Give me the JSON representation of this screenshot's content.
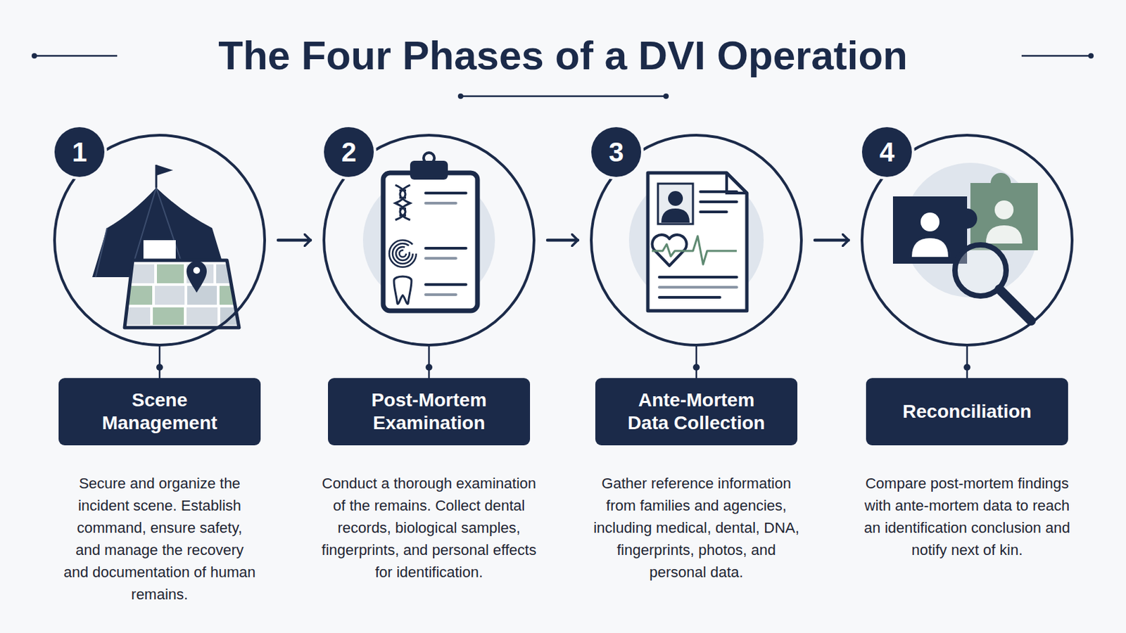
{
  "diagram": {
    "title": "The Four Phases of a DVI Operation",
    "nodes": [
      {
        "text": [
          "1"
        ]
      },
      {
        "text": [
          "Scene Management",
          "Secure and organize the incident scene. Establish command, ensure safety, and manage the recovery and documentation of human remains."
        ]
      },
      {
        "text": [
          "2"
        ]
      },
      {
        "text": [
          "Post-Mortem Examination",
          "Conduct a thorough examination of the remains. Collect dental records, biological samples, fingerprints, and personal effects for identification."
        ]
      },
      {
        "text": [
          "3"
        ]
      },
      {
        "text": [
          "Ante-Mortem Data Collection",
          "Gather reference information from families and agencies, including medical, dental, DNA, fingerprints, photos, and personal data."
        ]
      },
      {
        "text": [
          "4"
        ]
      },
      {
        "text": [
          "Reconciliation",
          "Compare post-mortem findings with ante-mortem data to reach an identification conclusion and notify next of kin."
        ]
      }
    ],
    "edges": [
      {
        "from": 0,
        "to": 2,
        "arrow": "to"
      },
      {
        "from": 2,
        "to": 4,
        "arrow": "to"
      },
      {
        "from": 4,
        "to": 6,
        "arrow": "to"
      },
      {
        "from": 0,
        "to": 1,
        "arrow": "none"
      },
      {
        "from": 2,
        "to": 3,
        "arrow": "none"
      },
      {
        "from": 4,
        "to": 5,
        "arrow": "none"
      },
      {
        "from": 6,
        "to": 7,
        "arrow": "none"
      }
    ]
  }
}
